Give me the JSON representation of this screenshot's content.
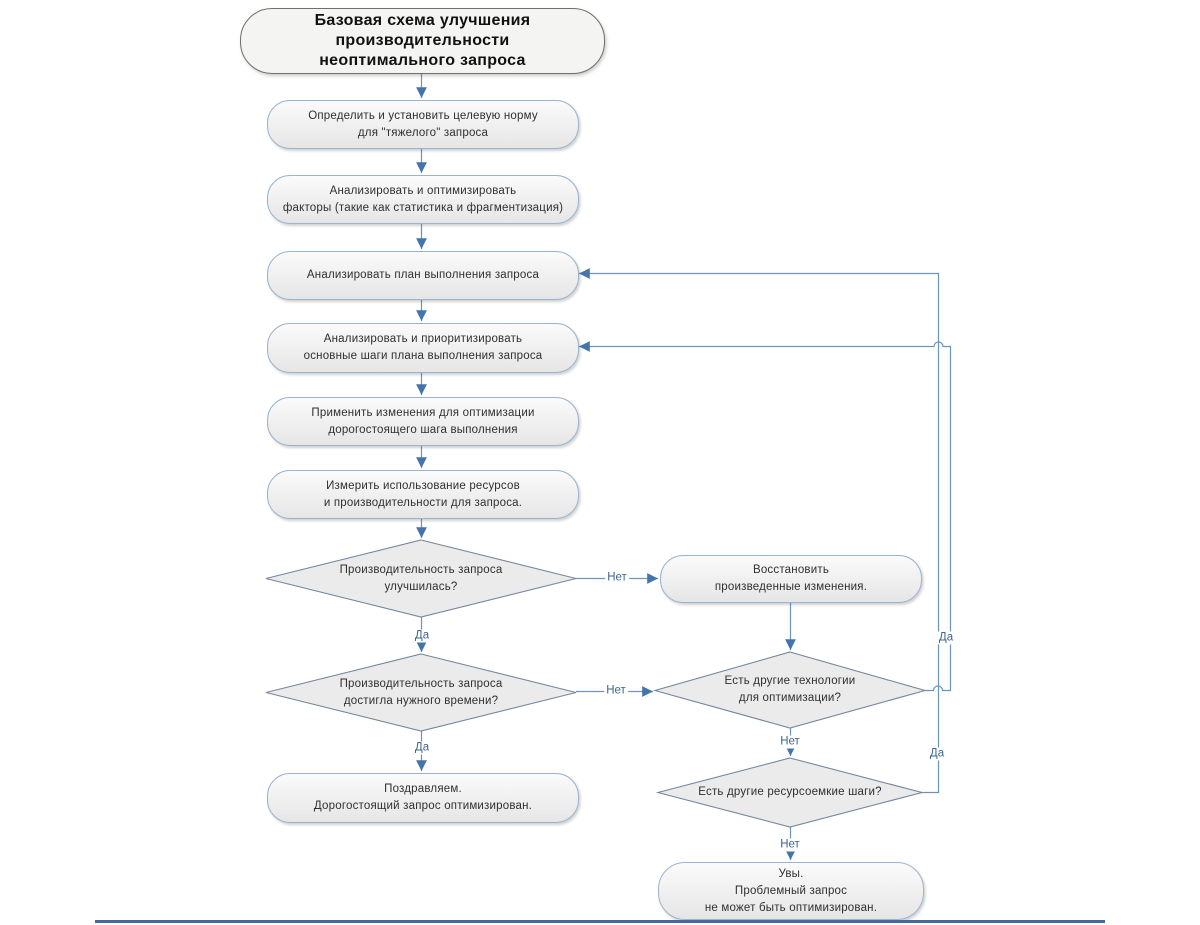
{
  "labels": {
    "yes": "Да",
    "no": "Нет"
  },
  "nodes": {
    "title": {
      "l1": "Базовая схема улучшения",
      "l2": "производительности",
      "l3": "неоптимального запроса"
    },
    "target": {
      "l1": "Определить и установить целевую норму",
      "l2": "для \"тяжелого\" запроса"
    },
    "factors": {
      "l1": "Анализировать и оптимизировать",
      "l2": "факторы (такие как статистика и фрагментизация)"
    },
    "plan": {
      "l1": "Анализировать план выполнения запроса"
    },
    "prioritize": {
      "l1": "Анализировать и приоритизировать",
      "l2": "основные шаги плана выполнения запроса"
    },
    "apply": {
      "l1": "Применить изменения для оптимизации",
      "l2": "дорогостоящего шага выполнения"
    },
    "measure": {
      "l1": "Измерить использование ресурсов",
      "l2": "и производительности для запроса."
    },
    "improved": {
      "l1": "Производительность запроса",
      "l2": "улучшилась?"
    },
    "rollback": {
      "l1": "Восстановить",
      "l2": "произведенные изменения."
    },
    "target_time": {
      "l1": "Производительность запроса",
      "l2": "достигла нужного времени?"
    },
    "other_tech": {
      "l1": "Есть другие технологии",
      "l2": "для оптимизации?"
    },
    "congrats": {
      "l1": "Поздравляем.",
      "l2": "Дорогостоящий запрос оптимизирован."
    },
    "other_steps": {
      "l1": "Есть другие ресурсоемкие шаги?"
    },
    "alas": {
      "l1": "Увы.",
      "l2": "Проблемный запрос",
      "l3": "не может быть оптимизирован."
    }
  },
  "colors": {
    "connector": "#6b94bd",
    "arrowhead": "#4374ab",
    "box_border": "#9ab4ce",
    "diamond_border": "#75889c",
    "diamond_fill": "#ebebeb",
    "label_text": "#3d668f"
  }
}
